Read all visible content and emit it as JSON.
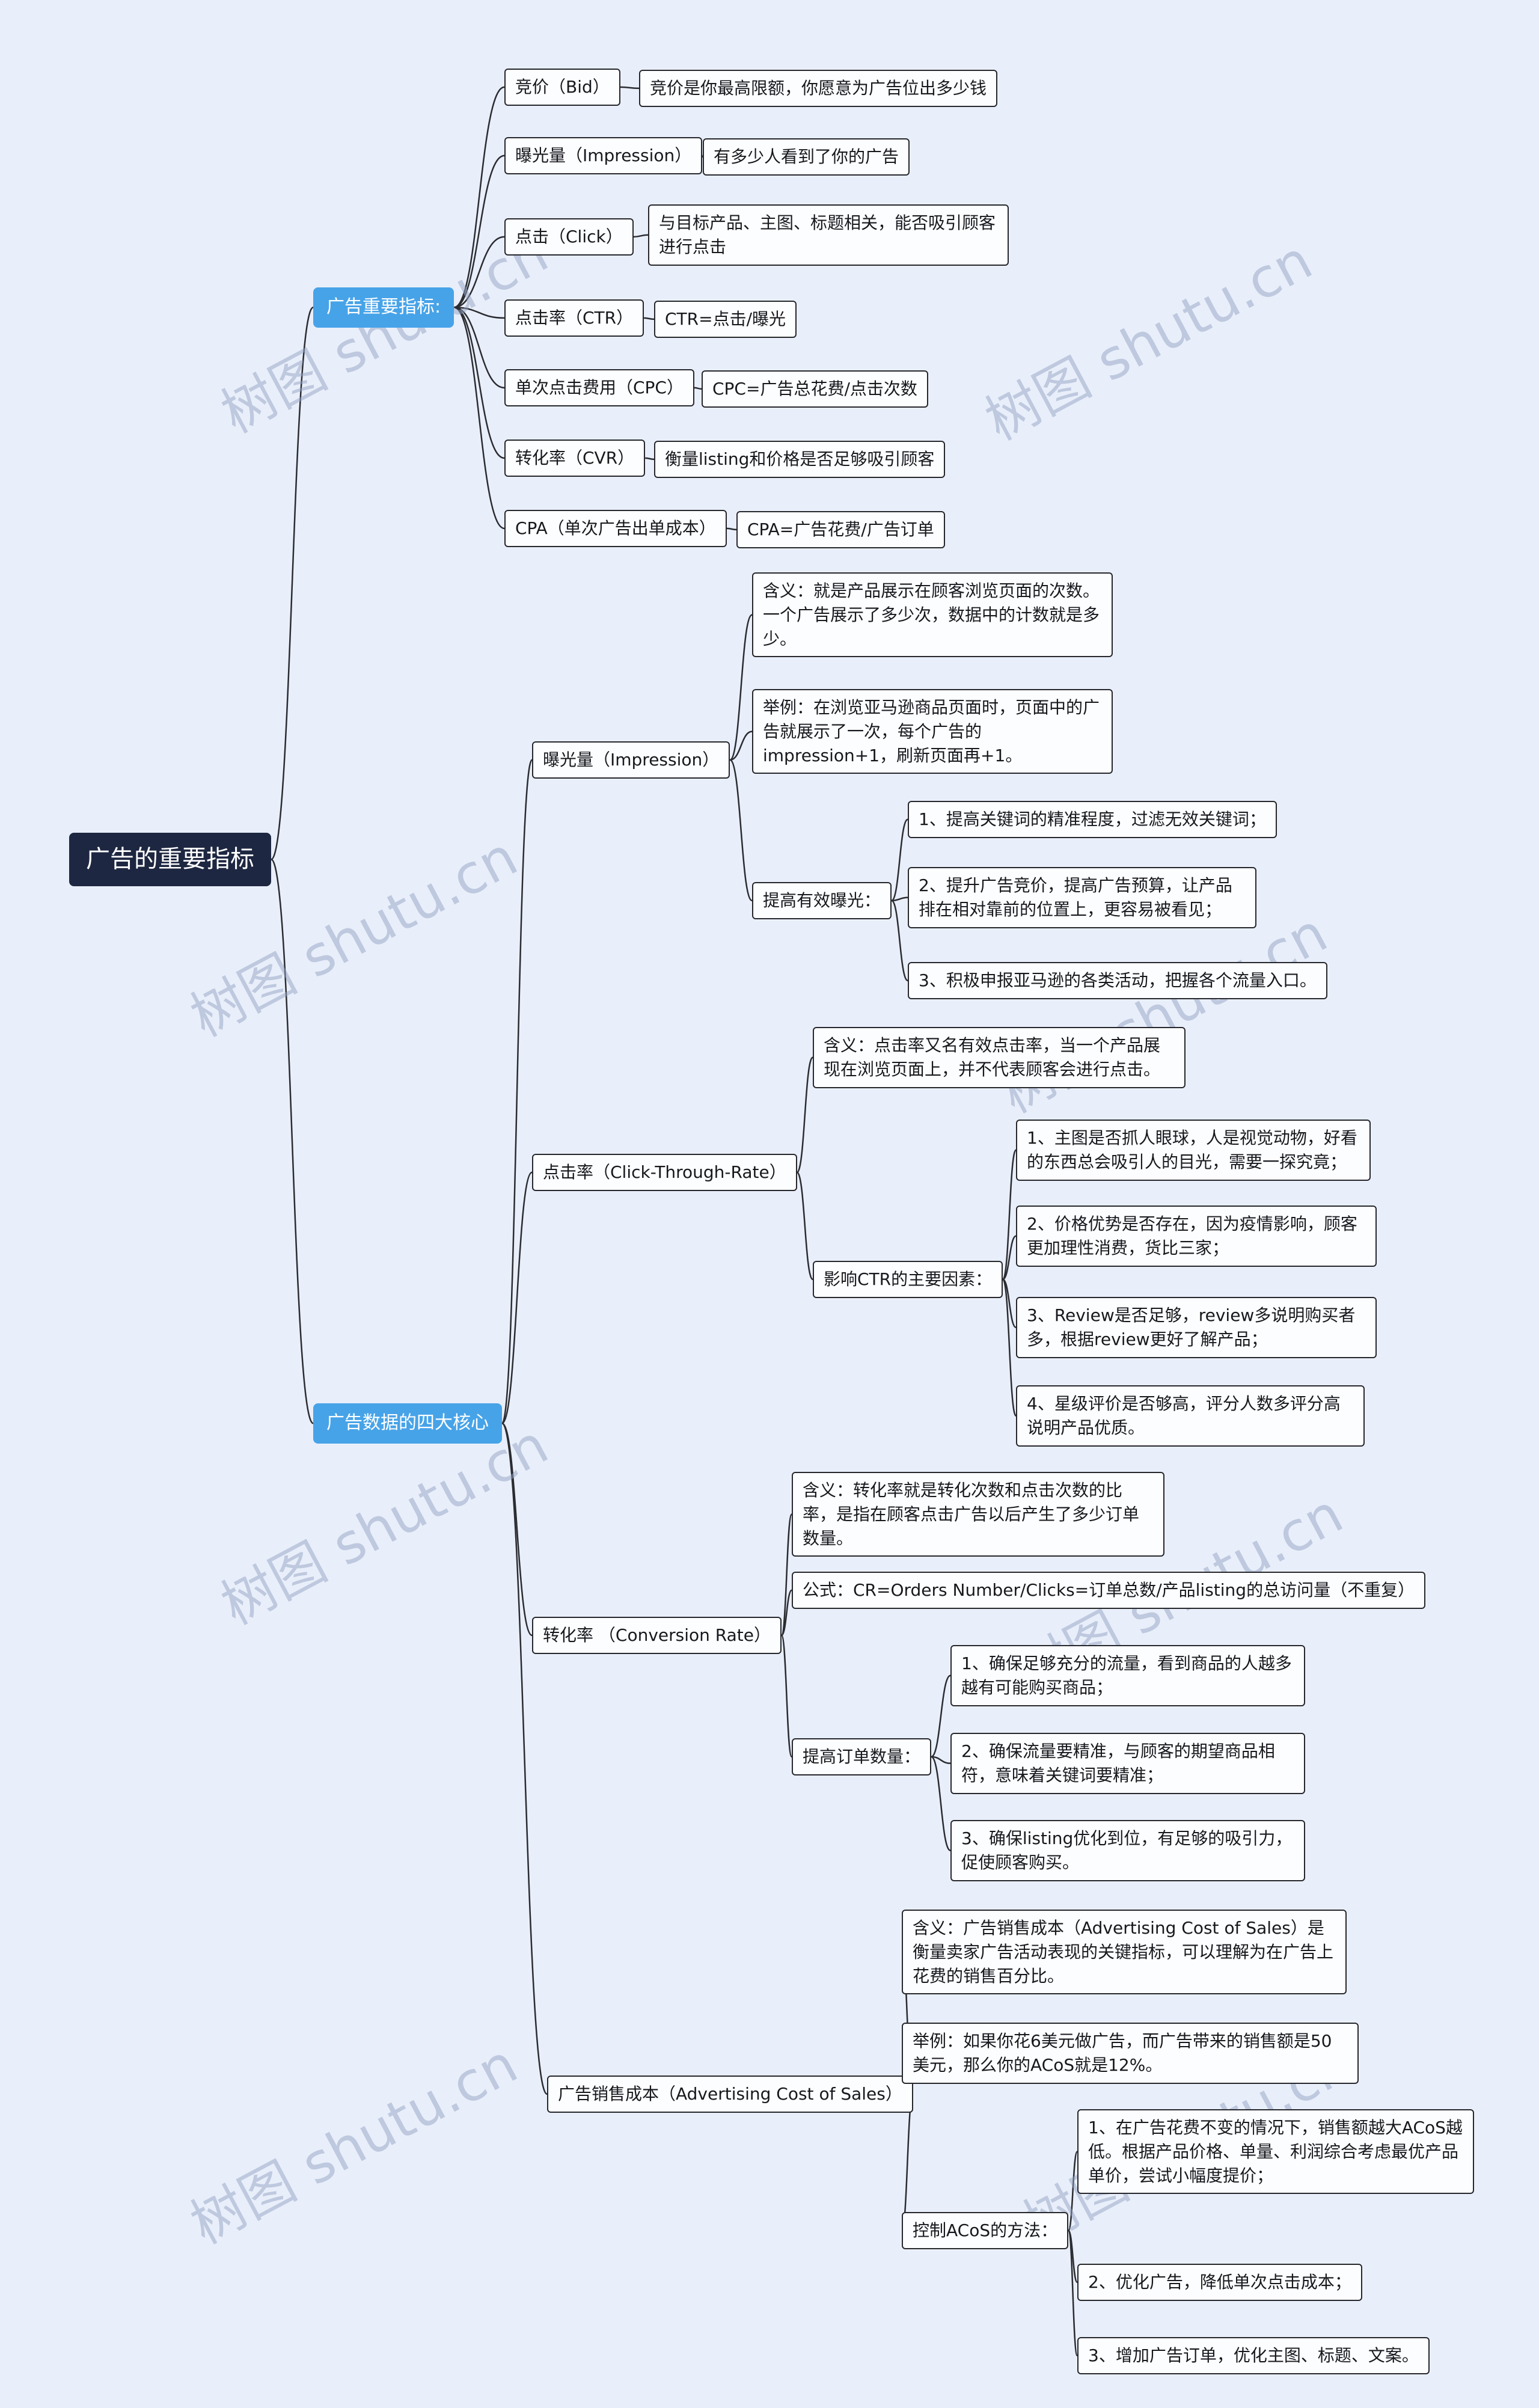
{
  "title": "广告的重要指标",
  "watermark": {
    "text": "树图 shutu.cn"
  },
  "colors": {
    "background": "#e9effa",
    "branch_blue": "#47a3e8",
    "root_dark": "#1e2741",
    "line": "#2b2c31",
    "leaf_border": "#26272c"
  },
  "root": {
    "label": "广告的重要指标"
  },
  "branch1": {
    "label": "广告重要指标:",
    "items": [
      {
        "label": "竞价（Bid）",
        "desc": "竞价是你最高限额，你愿意为广告位出多少钱"
      },
      {
        "label": "曝光量（Impression）",
        "desc": "有多少人看到了你的广告"
      },
      {
        "label": "点击（Click）",
        "desc": "与目标产品、主图、标题相关，能否吸引顾客进行点击"
      },
      {
        "label": "点击率（CTR）",
        "desc": "CTR=点击/曝光"
      },
      {
        "label": "单次点击费用（CPC）",
        "desc": "CPC=广告总花费/点击次数"
      },
      {
        "label": "转化率（CVR）",
        "desc": "衡量listing和价格是否足够吸引顾客"
      },
      {
        "label": "CPA（单次广告出单成本）",
        "desc": "CPA=广告花费/广告订单"
      }
    ]
  },
  "branch2": {
    "label": "广告数据的四大核心",
    "impression": {
      "label": "曝光量（Impression）",
      "meaning": "含义：就是产品展示在顾客浏览页面的次数。一个广告展示了多少次，数据中的计数就是多少。",
      "example": "举例：在浏览亚马逊商品页面时，页面中的广告就展示了一次，每个广告的impression+1，刷新页面再+1。",
      "improve": {
        "label": "提高有效曝光：",
        "items": [
          "1、提高关键词的精准程度，过滤无效关键词；",
          "2、提升广告竞价，提高广告预算，让产品排在相对靠前的位置上，更容易被看见；",
          "3、积极申报亚马逊的各类活动，把握各个流量入口。"
        ]
      }
    },
    "ctr": {
      "label": "点击率（Click-Through-Rate）",
      "meaning": "含义：点击率又名有效点击率，当一个产品展现在浏览页面上，并不代表顾客会进行点击。",
      "factors": {
        "label": "影响CTR的主要因素：",
        "items": [
          "1、主图是否抓人眼球，人是视觉动物，好看的东西总会吸引人的目光，需要一探究竟；",
          "2、价格优势是否存在，因为疫情影响，顾客更加理性消费，货比三家；",
          "3、Review是否足够，review多说明购买者多，根据review更好了解产品；",
          "4、星级评价是否够高，评分人数多评分高说明产品优质。"
        ]
      }
    },
    "cvr": {
      "label": "转化率 （Conversion Rate）",
      "meaning": "含义：转化率就是转化次数和点击次数的比率，是指在顾客点击广告以后产生了多少订单数量。",
      "formula": "公式：CR=Orders Number/Clicks=订单总数/产品listing的总访问量（不重复）",
      "improve": {
        "label": "提高订单数量：",
        "items": [
          "1、确保足够充分的流量，看到商品的人越多越有可能购买商品；",
          "2、确保流量要精准，与顾客的期望商品相符，意味着关键词要精准；",
          "3、确保listing优化到位，有足够的吸引力，促使顾客购买。"
        ]
      }
    },
    "acos": {
      "label": "广告销售成本（Advertising Cost of Sales）",
      "meaning": "含义：广告销售成本（Advertising Cost of Sales）是衡量卖家广告活动表现的关键指标，可以理解为在广告上花费的销售百分比。",
      "example": "举例：如果你花6美元做广告，而广告带来的销售额是50美元，那么你的ACoS就是12%。",
      "control": {
        "label": "控制ACoS的方法：",
        "items": [
          "1、在广告花费不变的情况下，销售额越大ACoS越低。根据产品价格、单量、利润综合考虑最优产品单价，尝试小幅度提价；",
          "2、优化广告，降低单次点击成本；",
          "3、增加广告订单，优化主图、标题、文案。"
        ]
      }
    }
  }
}
